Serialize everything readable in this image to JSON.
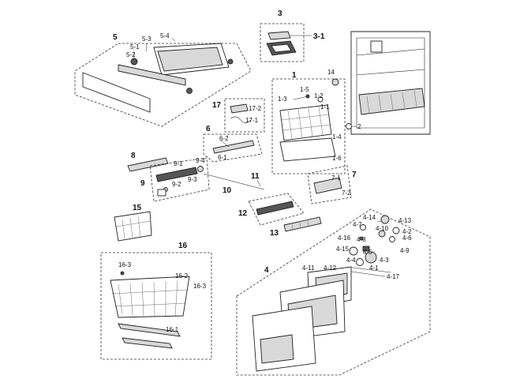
{
  "labels": {
    "p3": "3",
    "p3_1": "3-1",
    "p5": "5",
    "p5_1": "5-1",
    "p5_2": "5-2",
    "p5_3": "5-3",
    "p5_4": "5-4",
    "p1": "1",
    "p1_1": "1-1",
    "p1_2": "1-2",
    "p1_3": "1-3",
    "p1_4": "1-4",
    "p1_5": "1-5",
    "p1_6": "1-6",
    "p2": "2",
    "p14": "14",
    "p17": "17",
    "p17_1": "17-1",
    "p17_2": "17-2",
    "p6": "6",
    "p6_1": "6-1",
    "p6_2": "6-2",
    "p7": "7",
    "p7_1": "7-1",
    "p7_2": "7-2",
    "p8": "8",
    "p9": "9",
    "p9_1": "9-1",
    "p9_2": "9-2",
    "p9_3": "9-3",
    "p9_4": "9-4",
    "p10": "10",
    "p11": "11",
    "p12": "12",
    "p13": "13",
    "p15": "15",
    "p16": "16",
    "p16_1": "16-1",
    "p16_2": "16-2",
    "p16_3": "16-3",
    "p4": "4",
    "p4_1": "4-1",
    "p4_2": "4-2",
    "p4_3": "4-3",
    "p4_4": "4-4",
    "p4_5": "4-5",
    "p4_6": "4-6",
    "p4_7": "4-7",
    "p4_8": "4-8",
    "p4_9": "4-9",
    "p4_10": "4-10",
    "p4_11": "4-11",
    "p4_12": "4-12",
    "p4_13": "4-13",
    "p4_14": "4-14",
    "p4_15": "4-15",
    "p4_16": "4-16",
    "p4_17": "4-17"
  }
}
